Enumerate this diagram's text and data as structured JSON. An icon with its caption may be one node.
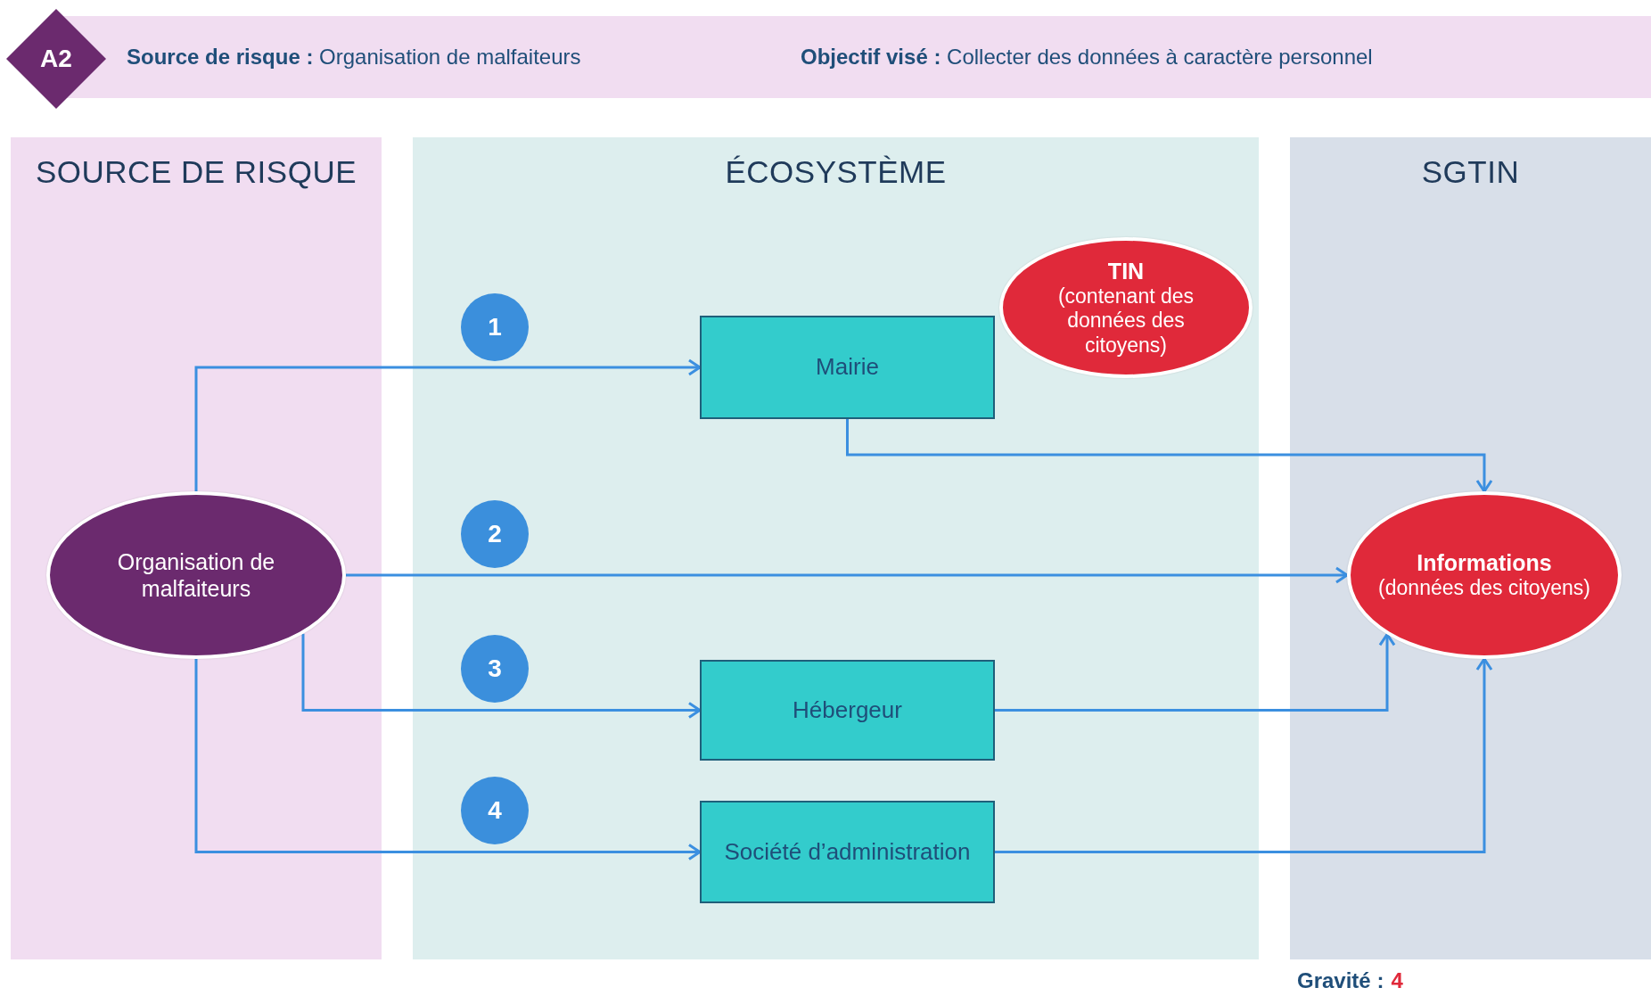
{
  "diagram": {
    "nodes": [
      {
        "text": [
          "A2"
        ]
      },
      {
        "text": [
          "**Source de risque :** Organisation de malfaiteurs",
          "**Objectif visé :** Collecter des données à caractère personnel"
        ]
      },
      {
        "text": [
          "SOURCE DE RISQUE"
        ]
      },
      {
        "text": [
          "ÉCOSYSTÈME"
        ]
      },
      {
        "text": [
          "SGTIN"
        ]
      },
      {
        "text": [
          "Organisation de malfaiteurs"
        ],
        "in": 2
      },
      {
        "text": [
          "1"
        ],
        "in": 3
      },
      {
        "text": [
          "Mairie"
        ],
        "in": 3
      },
      {
        "text": [
          "TIN",
          "(contenant des données des citoyens)"
        ],
        "in": 3
      },
      {
        "text": [
          "2"
        ],
        "in": 3
      },
      {
        "text": [
          "Informations",
          "(données des citoyens)"
        ],
        "in": 4
      },
      {
        "text": [
          "3"
        ],
        "in": 3
      },
      {
        "text": [
          "Hébergeur"
        ],
        "in": 3
      },
      {
        "text": [
          "4"
        ],
        "in": 3
      },
      {
        "text": [
          "Société d’administration"
        ],
        "in": 3
      }
    ],
    "edges": [
      {
        "from": 5,
        "to": 7,
        "arrow": "to"
      },
      {
        "from": 7,
        "to": 10,
        "arrow": "to"
      },
      {
        "from": 5,
        "to": 10,
        "arrow": "to"
      },
      {
        "from": 5,
        "to": 12,
        "arrow": "to"
      },
      {
        "from": 12,
        "to": 10,
        "arrow": "to"
      },
      {
        "from": 5,
        "to": 14,
        "arrow": "to"
      },
      {
        "from": 14,
        "to": 10,
        "arrow": "to"
      }
    ],
    "labels": [
      "Gravité :",
      "4"
    ]
  }
}
